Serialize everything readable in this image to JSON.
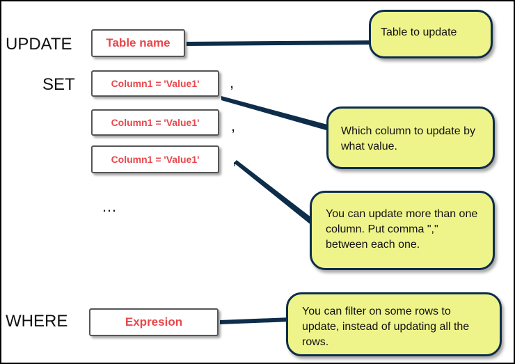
{
  "keywords": {
    "update": "UPDATE",
    "set": "SET",
    "where": "WHERE"
  },
  "boxes": {
    "table_name": "Table name",
    "set_1": "Column1 = 'Value1'",
    "set_2": "Column1 = 'Value1'",
    "set_3": "Column1 = 'Value1'",
    "expression": "Expresion"
  },
  "separators": {
    "comma_1": ",",
    "comma_2": ",",
    "comma_3": ",",
    "ellipsis": "…"
  },
  "callouts": {
    "table": "Table to update",
    "column": "Which column to update by what value.",
    "multiple": "You can update more than one column. Put comma \",\" between each one.",
    "where": "You can filter on some rows to update, instead of updating all the rows."
  },
  "colors": {
    "box_text": "#e8474b",
    "callout_fill": "#eef48a",
    "callout_border": "#0d2d4a"
  }
}
